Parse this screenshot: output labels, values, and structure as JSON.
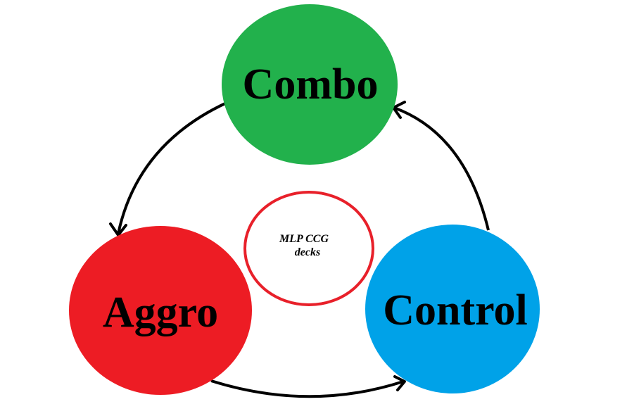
{
  "diagram": {
    "center": {
      "line1": "MLP CCG",
      "line2": "decks",
      "ring_color": "#e8202a"
    },
    "nodes": {
      "combo": {
        "label": "Combo",
        "color": "#22b14c"
      },
      "aggro": {
        "label": "Aggro",
        "color": "#ed1c24"
      },
      "control": {
        "label": "Control",
        "color": "#00a2e8"
      }
    },
    "edges": [
      {
        "from": "Combo",
        "to": "Aggro"
      },
      {
        "from": "Aggro",
        "to": "Control"
      },
      {
        "from": "Control",
        "to": "Combo"
      }
    ],
    "arrow_color": "#000000"
  }
}
